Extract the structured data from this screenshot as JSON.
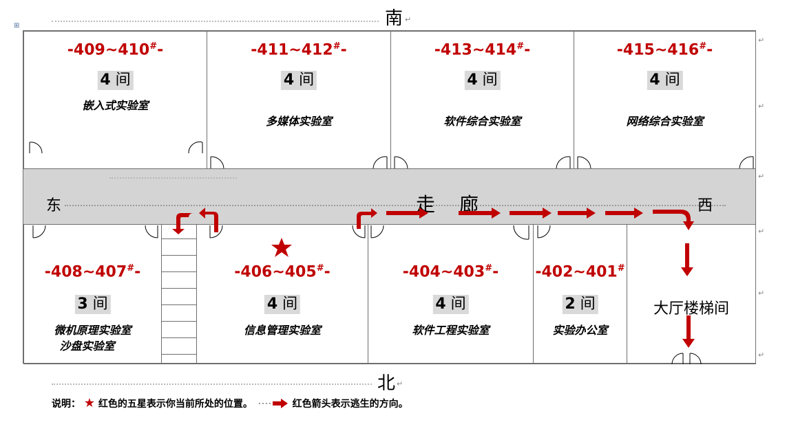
{
  "compass": {
    "south": "南",
    "north": "北",
    "east": "东",
    "west": "西"
  },
  "corridor": {
    "char1": "走",
    "char2": "廊"
  },
  "south_rooms": [
    {
      "number": "-409~410",
      "suffix": "#",
      "tail": "-",
      "count": "4",
      "unit": "间",
      "name": "嵌入式实验室"
    },
    {
      "number": "-411~412",
      "suffix": "#",
      "tail": "-",
      "count": "4",
      "unit": "间",
      "name": "多媒体实验室"
    },
    {
      "number": "-413~414",
      "suffix": "#",
      "tail": "-",
      "count": "4",
      "unit": "间",
      "name": "软件综合实验室"
    },
    {
      "number": "-415~416",
      "suffix": "#",
      "tail": "-",
      "count": "4",
      "unit": "间",
      "name": "网络综合实验室"
    }
  ],
  "north_rooms": [
    {
      "number": "-408~407",
      "suffix": "#",
      "tail": "-",
      "count": "3",
      "unit": "间",
      "name": "微机原理实验室",
      "name2": "沙盘实验室"
    },
    {
      "number": "-406~405",
      "suffix": "#",
      "tail": "-",
      "count": "4",
      "unit": "间",
      "name": "信息管理实验室"
    },
    {
      "number": "-404~403",
      "suffix": "#",
      "tail": "-",
      "count": "4",
      "unit": "间",
      "name": "软件工程实验室"
    },
    {
      "number": "-402~401",
      "suffix": "#",
      "tail": "",
      "count": "2",
      "unit": "间",
      "name": "实验办公室"
    }
  ],
  "hall": {
    "name": "大厅楼梯间"
  },
  "legend": {
    "label": "说明：",
    "star_glyph": "★",
    "star_text": "红色的五星表示你当前所处的位置。",
    "arrow_text": "红色箭头表示逃生的方向。"
  },
  "colors": {
    "accent": "#c00000",
    "corridor": "#d4d4d4"
  }
}
